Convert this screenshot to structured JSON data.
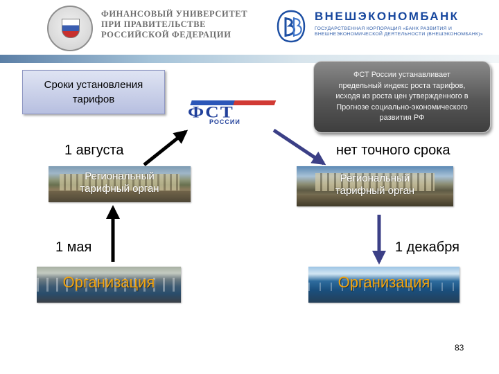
{
  "header": {
    "university_name": [
      "ФИНАНСОВЫЙ УНИВЕРСИТЕТ",
      "ПРИ ПРАВИТЕЛЬСТВЕ",
      "РОССИЙСКОЙ ФЕДЕРАЦИИ"
    ],
    "bank_name": "ВНЕШЭКОНОМБАНК",
    "bank_subtitle": [
      "ГОСУДАРСТВЕННАЯ КОРПОРАЦИЯ «БАНК РАЗВИТИЯ И",
      "ВНЕШНЕЭКОНОМИЧЕСКОЙ ДЕЯТЕЛЬНОСТИ (ВНЕШЭКОНОМБАНК)»"
    ]
  },
  "term_box": "Сроки установления\nтарифов",
  "fst_note": "ФСТ России устанавливает\nпредельный индекс роста тарифов,\nисходя из роста цен утвержденного в\nПрогнозе социально-экономического\nразвития РФ",
  "fst_logo": {
    "letters": "ФСТ",
    "caption": "РОССИИ"
  },
  "left_flow": {
    "upper_date": "1 августа",
    "regulator": "Региональный\nтарифный орган",
    "lower_date": "1 мая",
    "organization": "Организация"
  },
  "right_flow": {
    "upper_date": "нет точного срока",
    "regulator": "Региональный\nтарифный орган",
    "lower_date": "1 декабря",
    "organization": "Организация"
  },
  "page_number": "83",
  "colors": {
    "veb_blue": "#17479e",
    "term_box_fill": "#c7cde9",
    "note_fill": "#5a5a5a",
    "left_arrow": "#000000",
    "right_arrow": "#3b3f86",
    "organization_text": "#f3a40e"
  }
}
